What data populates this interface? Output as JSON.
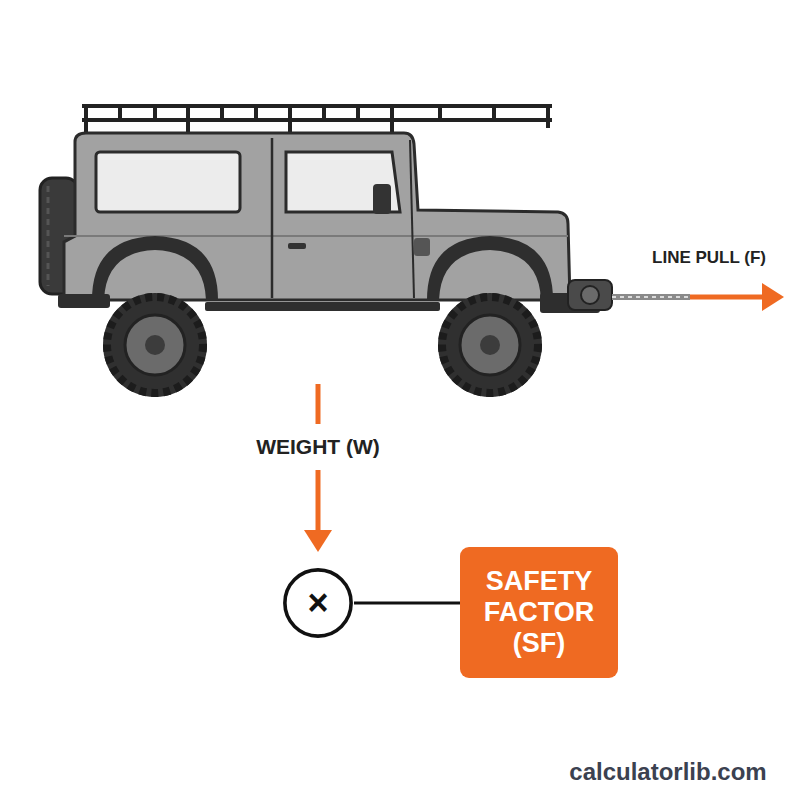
{
  "diagram": {
    "nodes": [
      {
        "text": [
          "×"
        ]
      },
      {
        "text": [
          "SAFETY FACTOR (SF)"
        ]
      }
    ],
    "edges": [
      {
        "from": 0,
        "to": 1,
        "arrow": "none"
      }
    ],
    "labels": [
      "LINE PULL (F)",
      "WEIGHT (W)",
      "calculatorlib.com"
    ]
  }
}
